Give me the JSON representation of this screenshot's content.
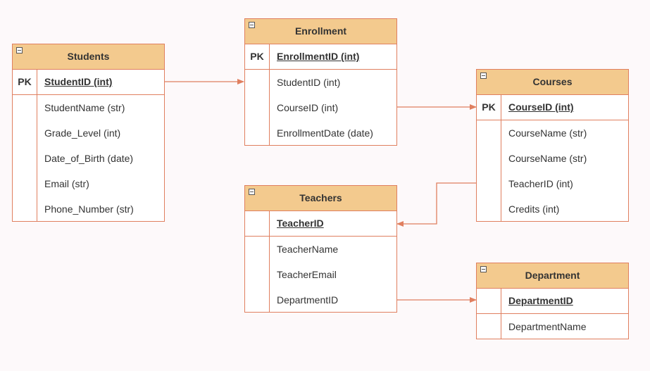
{
  "colors": {
    "header_fill": "#f3ca8e",
    "border": "#e07f5f",
    "connector": "#e07f5f",
    "background": "#fdf9fa"
  },
  "icons": {
    "collapse": "minus-square-icon"
  },
  "tables": {
    "students": {
      "title": "Students",
      "pk_label": "PK",
      "pk_field": "StudentID (int)",
      "fields": [
        "StudentName (str)",
        "Grade_Level (int)",
        "Date_of_Birth (date)",
        "Email (str)",
        "Phone_Number (str)"
      ]
    },
    "enrollment": {
      "title": "Enrollment",
      "pk_label": "PK",
      "pk_field": "EnrollmentID (int)",
      "fields": [
        "StudentID (int)",
        "CourseID (int)",
        "EnrollmentDate (date)"
      ]
    },
    "courses": {
      "title": "Courses",
      "pk_label": "PK",
      "pk_field": "CourseID (int)",
      "fields": [
        "CourseName (str)",
        "CourseName (str)",
        "TeacherID (int)",
        "Credits (int)"
      ]
    },
    "teachers": {
      "title": "Teachers",
      "pk_label": "",
      "pk_field": "TeacherID",
      "fields": [
        "TeacherName",
        "TeacherEmail",
        "DepartmentID"
      ]
    },
    "department": {
      "title": "Department",
      "pk_label": "",
      "pk_field": "DepartmentID",
      "fields": [
        "DepartmentName"
      ]
    }
  }
}
